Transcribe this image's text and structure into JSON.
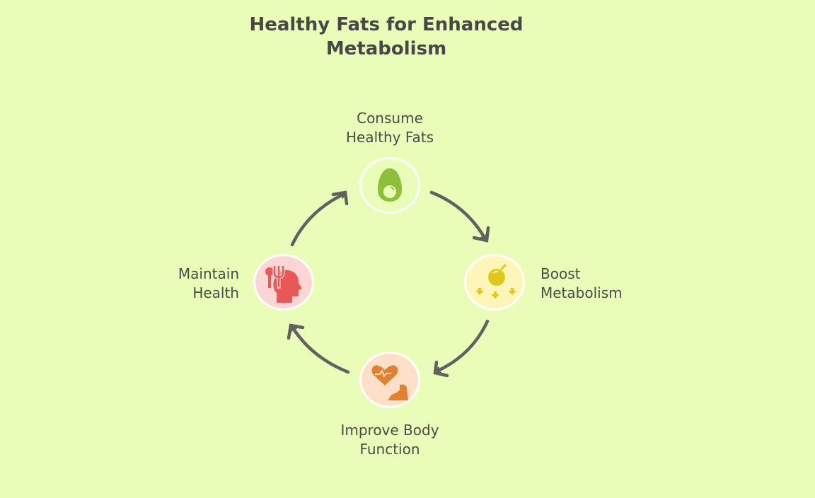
{
  "title": "Healthy Fats for Enhanced Metabolism",
  "steps": [
    {
      "label_line1": "Consume",
      "label_line2": "Healthy Fats",
      "icon": "avocado-icon",
      "color": "#8dbf3a"
    },
    {
      "label_line1": "Boost",
      "label_line2": "Metabolism",
      "icon": "apple-arrows-icon",
      "color": "#e0c81a"
    },
    {
      "label_line1": "Improve Body",
      "label_line2": "Function",
      "icon": "heart-muscle-icon",
      "color": "#e08030"
    },
    {
      "label_line1": "Maintain",
      "label_line2": "Health",
      "icon": "head-fork-spoon-icon",
      "color": "#e85858"
    }
  ]
}
